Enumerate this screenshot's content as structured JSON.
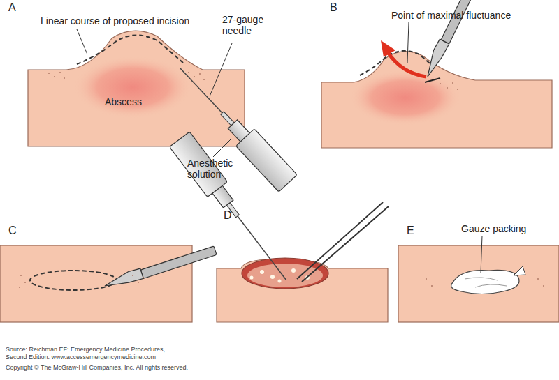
{
  "diagram": {
    "labels": [
      "A",
      "Linear course of proposed incision",
      "27-gauge needle",
      "Abscess",
      "Anesthetic solution",
      "B",
      "Point of maximal fluctuance",
      "C",
      "D",
      "E",
      "Gauze packing",
      "Source: Reichman EF: Emergency Medicine Procedures,",
      "Second Edition: www.accessemergencymedicine.com",
      "Copyright © The McGraw-Hill Companies, Inc. All rights reserved."
    ]
  }
}
